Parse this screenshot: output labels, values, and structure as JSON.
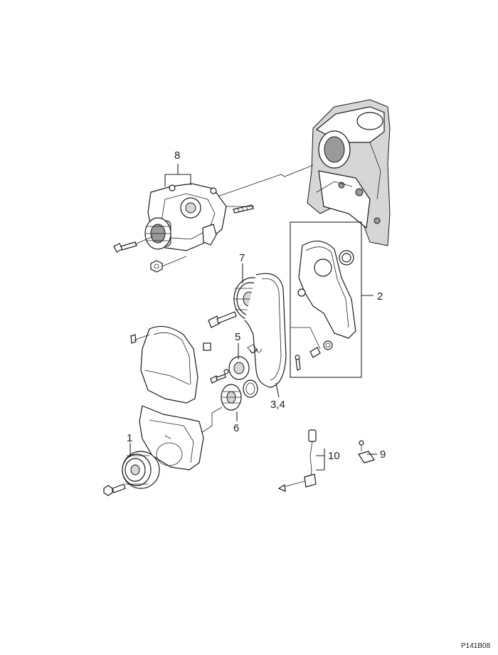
{
  "callouts": {
    "c1": "1",
    "c2": "2",
    "c34": "3,4",
    "c5": "5",
    "c6": "6",
    "c7": "7",
    "c8": "8",
    "c9": "9",
    "c10": "10"
  },
  "figure_ref": "P141B08"
}
